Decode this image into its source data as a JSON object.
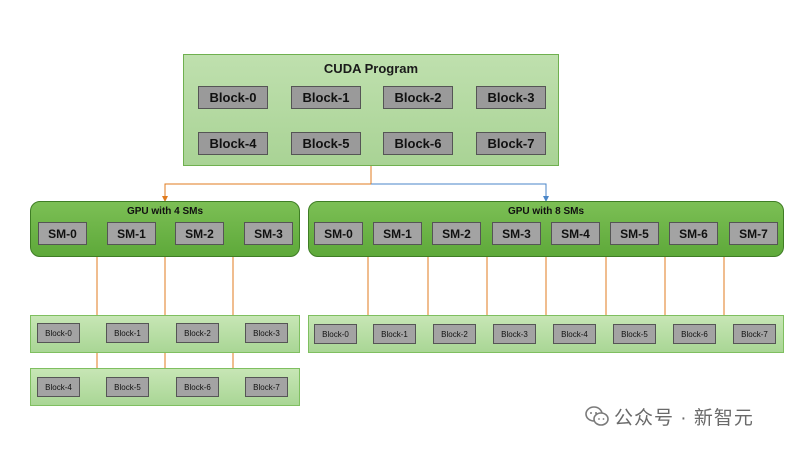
{
  "program": {
    "title": "CUDA Program",
    "blocks": [
      "Block-0",
      "Block-1",
      "Block-2",
      "Block-3",
      "Block-4",
      "Block-5",
      "Block-6",
      "Block-7"
    ]
  },
  "gpu4": {
    "title": "GPU with 4 SMs",
    "sms": [
      "SM-0",
      "SM-1",
      "SM-2",
      "SM-3"
    ],
    "row1": [
      "Block-0",
      "Block-1",
      "Block-2",
      "Block-3"
    ],
    "row2": [
      "Block-4",
      "Block-5",
      "Block-6",
      "Block-7"
    ]
  },
  "gpu8": {
    "title": "GPU with 8 SMs",
    "sms": [
      "SM-0",
      "SM-1",
      "SM-2",
      "SM-3",
      "SM-4",
      "SM-5",
      "SM-6",
      "SM-7"
    ],
    "row": [
      "Block-0",
      "Block-1",
      "Block-2",
      "Block-3",
      "Block-4",
      "Block-5",
      "Block-6",
      "Block-7"
    ]
  },
  "watermark": {
    "text": "公众号 · 新智元"
  },
  "colors": {
    "arrow_orange": "#e07b1f",
    "arrow_blue": "#4a86c8"
  }
}
